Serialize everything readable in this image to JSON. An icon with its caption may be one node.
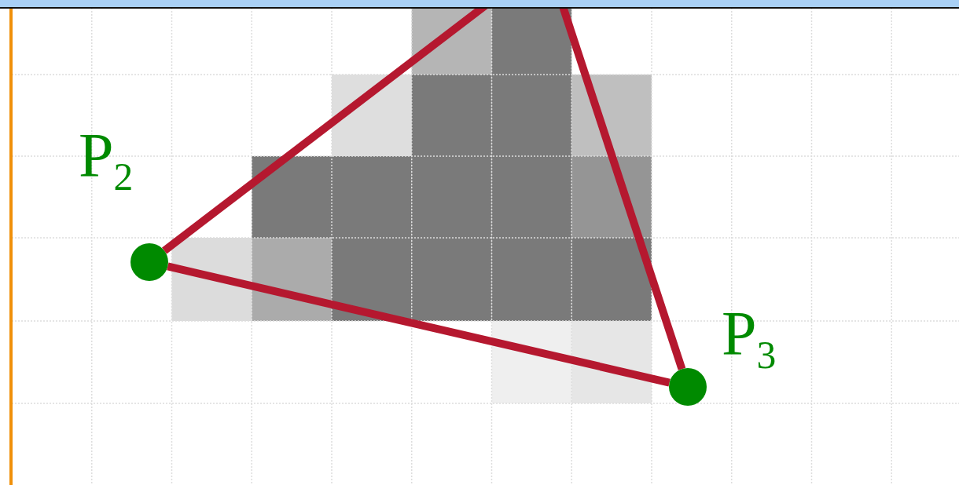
{
  "diagram": {
    "nodes": [
      {
        "text": [],
        "shape": "circle",
        "beside": [
          "P$_{2}$"
        ]
      },
      {
        "text": [],
        "shape": "circle",
        "beside": [
          "P$_{3}$"
        ]
      }
    ],
    "edges": [
      {
        "from": 0,
        "to": null,
        "arrow": "none"
      },
      {
        "from": 1,
        "to": null,
        "arrow": "none"
      },
      {
        "from": 0,
        "to": 1,
        "arrow": "none"
      }
    ]
  }
}
